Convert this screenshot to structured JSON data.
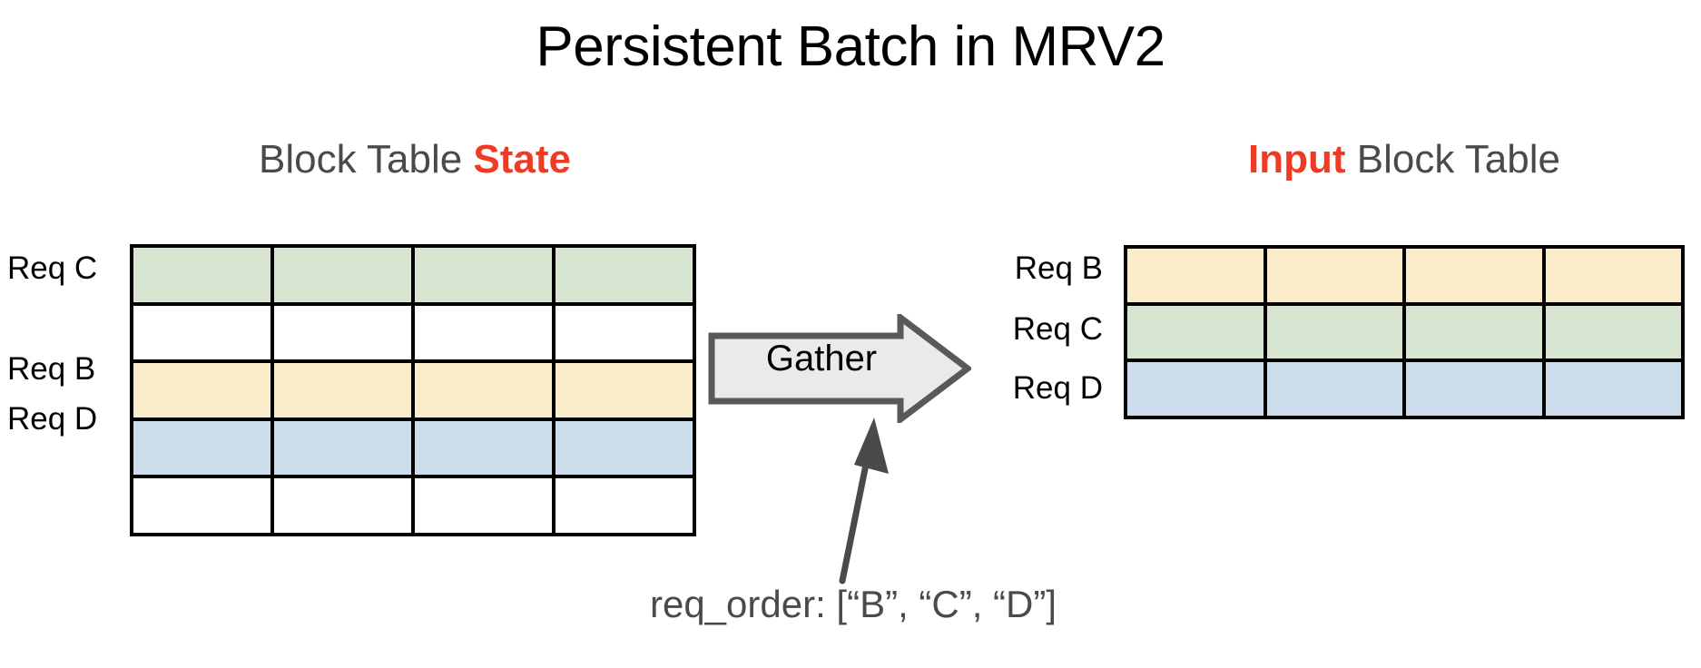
{
  "title": "Persistent Batch in MRV2",
  "colors": {
    "accent_red": "#ef3b23",
    "heading_gray": "#4a4a4a",
    "green": "#d7e4cf",
    "yellow": "#fbeccb",
    "blue": "#ccdcec",
    "white": "#ffffff",
    "border": "#000000",
    "arrow_fill": "#eaeaea",
    "arrow_stroke": "#595959"
  },
  "left_panel": {
    "heading_prefix": "Block Table ",
    "heading_accent": "State",
    "row_labels": [
      {
        "text": "Req C",
        "row": 1
      },
      {
        "text": "Req B",
        "row": 3
      },
      {
        "text": "Req D",
        "row": 4
      }
    ],
    "columns": 4,
    "rows": 5,
    "row_fills": [
      "green",
      "white",
      "yellow",
      "blue",
      "white"
    ]
  },
  "right_panel": {
    "heading_accent": "Input",
    "heading_suffix": " Block Table",
    "row_labels": [
      {
        "text": "Req B",
        "row": 1
      },
      {
        "text": "Req C",
        "row": 2
      },
      {
        "text": "Req D",
        "row": 3
      }
    ],
    "columns": 4,
    "rows": 3,
    "row_fills": [
      "yellow",
      "green",
      "blue"
    ]
  },
  "operation": {
    "label": "Gather"
  },
  "caption": {
    "text": "req_order: [“B”, “C”, “D”]"
  }
}
